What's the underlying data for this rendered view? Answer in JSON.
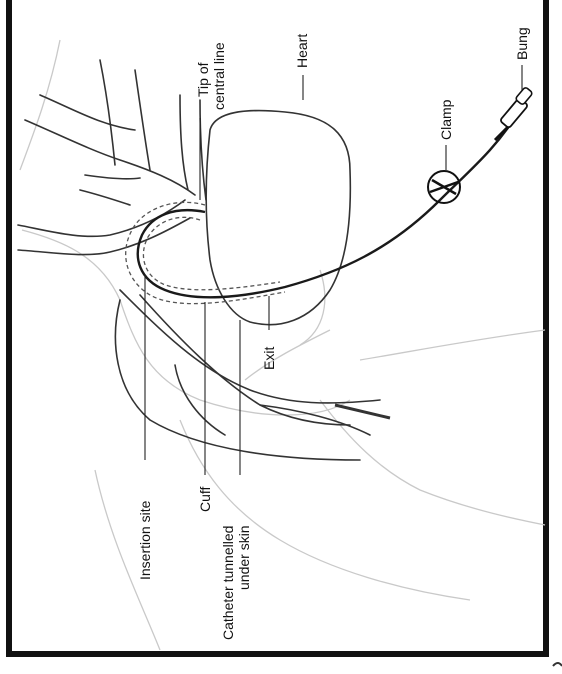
{
  "diagram": {
    "labels": {
      "tip_line1": "Tip of",
      "tip_line2": "central line",
      "heart": "Heart",
      "clamp": "Clamp",
      "bung": "Bung",
      "exit": "Exit",
      "insertion_site": "Insertion site",
      "cuff": "Cuff",
      "tunnel_line1": "Catheter tunnelled",
      "tunnel_line2": "under skin"
    },
    "colors": {
      "border": "#111111",
      "anatomy": "#333333",
      "skin_outline": "#c9c9c9",
      "catheter": "#1a1a1a",
      "tunnel_dash": "#555555"
    }
  }
}
